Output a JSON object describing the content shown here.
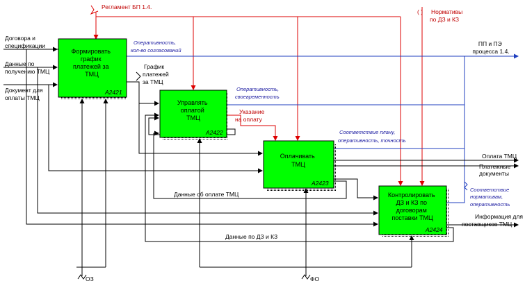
{
  "boxes": [
    {
      "id": "a2421",
      "lines": [
        "Формировать",
        "график",
        "платежей за",
        "ТМЦ"
      ],
      "code": "A2421"
    },
    {
      "id": "a2422",
      "lines": [
        "Управлять",
        "оплатой",
        "ТМЦ"
      ],
      "code": "A2422"
    },
    {
      "id": "a2423",
      "lines": [
        "Оплачивать",
        "ТМЦ"
      ],
      "code": "A2423"
    },
    {
      "id": "a2424",
      "lines": [
        "Контролировать",
        "ДЗ и КЗ по",
        "договорам",
        "поставки ТМЦ"
      ],
      "code": "A2424"
    }
  ],
  "labels": {
    "reglament": "Регламент БП 1.4.",
    "normativy": [
      "Нормативы",
      "по ДЗ и КЗ"
    ],
    "normativy_mark": "( )",
    "dogovora": [
      "Договора и",
      "спецификации"
    ],
    "dannye_postupl": [
      "Данные по",
      "получению ТМЦ"
    ],
    "dokumenty": [
      "Документ для",
      "оплаты ТМЦ"
    ],
    "grafik": [
      "График",
      "платежей",
      "за ТМЦ"
    ],
    "pp_pe": [
      "ПП и ПЭ",
      "процесса 1.4."
    ],
    "ukazanie": [
      "Указание",
      "на оплату"
    ],
    "oplata_tmc": "Оплата ТМЦ",
    "platezhnye": [
      "Платежные",
      "документы"
    ],
    "dannye_oplate": "Данные об оплате ТМЦ",
    "dannye_dz": "Данные по ДЗ и КЗ",
    "info_post": [
      "Информация для",
      "поставщиков ТМЦ"
    ],
    "oz": "ОЗ",
    "fo": "ФО"
  },
  "blue_labels": {
    "b1": [
      "Оперативность,",
      "кол-во согласований"
    ],
    "b2": [
      "Оперативность,",
      "своевременность"
    ],
    "b3": [
      "Соответствие плану,",
      "оперативность, точность"
    ],
    "b4": [
      "Соответствие",
      "нормативам,",
      "оперативность"
    ]
  },
  "colors": {
    "box_fill": "#00ff00",
    "red": "#dd0000",
    "blue": "#1f3fbf",
    "black": "#000000"
  }
}
